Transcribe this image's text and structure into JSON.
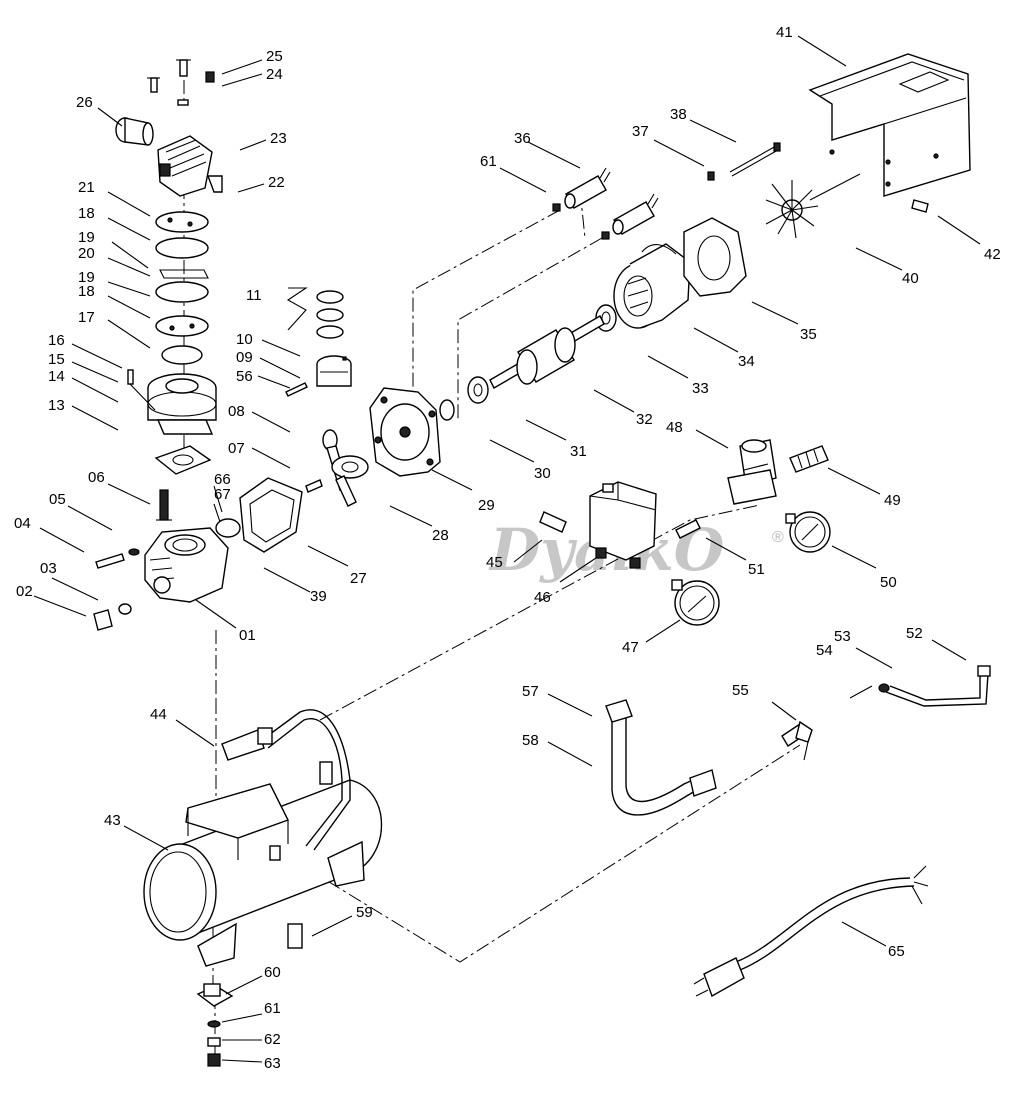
{
  "watermark": {
    "text": "DyalkO",
    "mark": "®"
  },
  "callouts": [
    "01",
    "02",
    "03",
    "04",
    "05",
    "06",
    "07",
    "08",
    "09",
    "10",
    "11",
    "13",
    "14",
    "15",
    "16",
    "17",
    "18",
    "19",
    "20",
    "21",
    "22",
    "23",
    "24",
    "25",
    "26",
    "27",
    "28",
    "29",
    "30",
    "31",
    "32",
    "33",
    "34",
    "35",
    "36",
    "37",
    "38",
    "39",
    "40",
    "41",
    "42",
    "43",
    "44",
    "45",
    "46",
    "47",
    "48",
    "49",
    "50",
    "51",
    "52",
    "53",
    "54",
    "55",
    "56",
    "57",
    "58",
    "59",
    "60",
    "61",
    "62",
    "63",
    "65",
    "66",
    "67"
  ]
}
